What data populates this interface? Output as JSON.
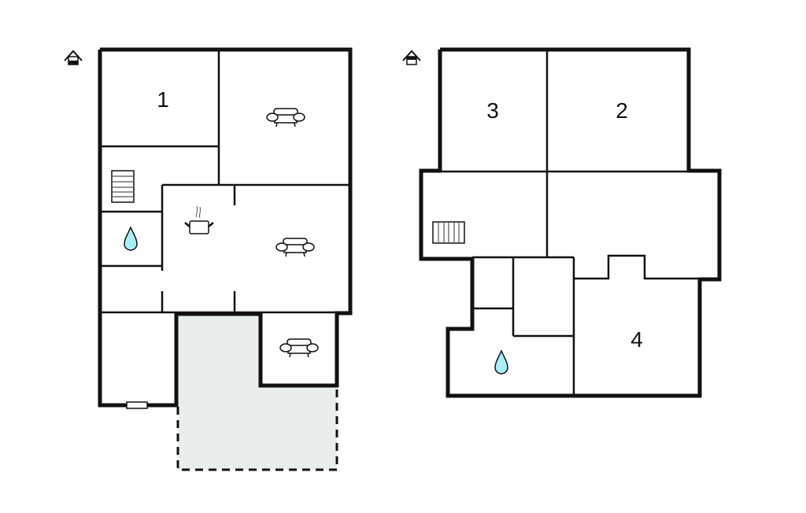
{
  "diagram": {
    "type": "floor-plan",
    "colors": {
      "wall": "#111111",
      "terrace": "#e8eeee",
      "water": "#aaeef8",
      "background": "#ffffff"
    },
    "floors": [
      {
        "name": "ground-floor",
        "icon": "house-ground-floor-icon",
        "room_labels": [
          "1"
        ],
        "symbols": [
          "stairs",
          "water-drop",
          "cooking-pot",
          "armchair",
          "armchair",
          "armchair"
        ],
        "terrace": "dashed outline"
      },
      {
        "name": "upper-floor",
        "icon": "house-upper-floor-icon",
        "room_labels": [
          "3",
          "2",
          "4"
        ],
        "symbols": [
          "stairs",
          "water-drop"
        ]
      }
    ]
  }
}
